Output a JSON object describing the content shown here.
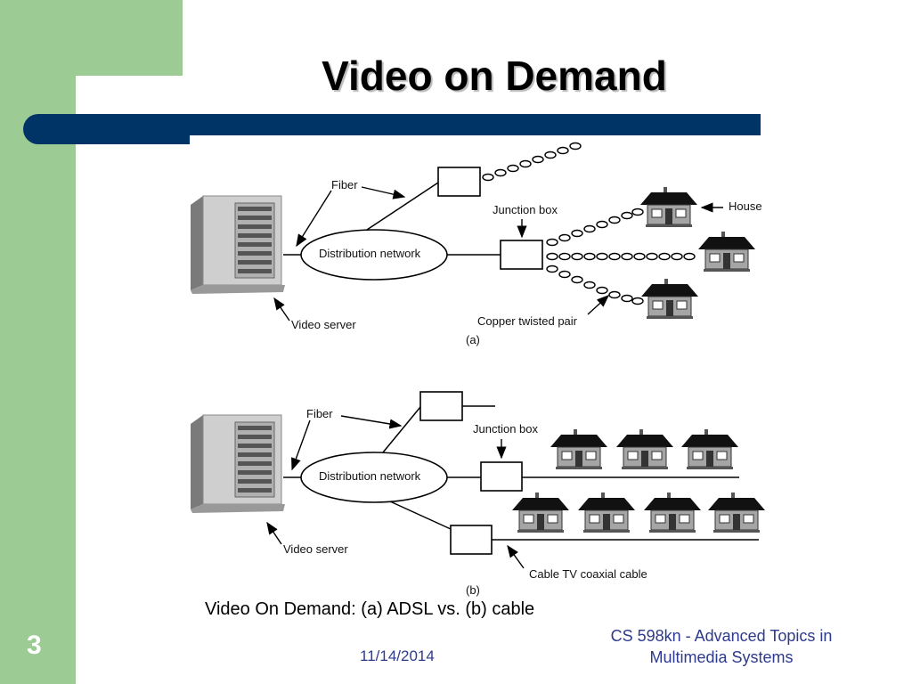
{
  "slide": {
    "title": "Video on Demand",
    "number": "3",
    "date": "11/14/2014",
    "course_line1": "CS 598kn - Advanced Topics in",
    "course_line2": "Multimedia Systems",
    "caption": "Video On Demand: (a) ADSL vs. (b) cable"
  },
  "diagram_a": {
    "label_fiber": "Fiber",
    "label_distribution": "Distribution network",
    "label_junction": "Junction box",
    "label_house": "House",
    "label_server": "Video server",
    "label_copper": "Copper twisted pair",
    "label_panel": "(a)"
  },
  "diagram_b": {
    "label_fiber": "Fiber",
    "label_distribution": "Distribution network",
    "label_junction": "Junction box",
    "label_server": "Video server",
    "label_coax": "Cable TV coaxial cable",
    "label_panel": "(b)"
  },
  "colors": {
    "accent_green": "#9ccb94",
    "band_blue": "#003366",
    "footer_text": "#2e3a8c"
  },
  "icons": [
    "server-icon",
    "house-icon",
    "arrow-icon"
  ]
}
